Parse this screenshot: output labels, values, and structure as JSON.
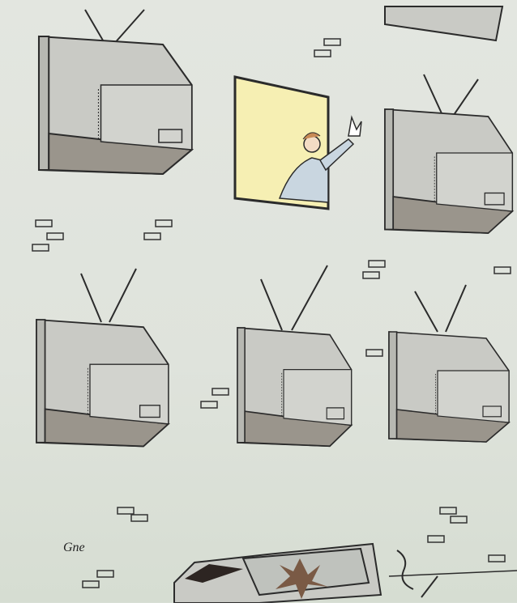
{
  "illustration": {
    "description": "Cartoon: a wall of mounted TV sets with antennas; in one open window a boy releases a white dove; a smashed TV lies on the ground below",
    "signature": "Gne",
    "colors": {
      "wall": "#e1e4de",
      "tv_body": "#c9cac5",
      "tv_shadow": "#9a958c",
      "window_light": "#f6efb3",
      "outline": "#2b2b2b",
      "screen_crack": "#7a5a45"
    },
    "elements": [
      {
        "type": "tv",
        "position": "top-left"
      },
      {
        "type": "tv",
        "position": "top-right-partial"
      },
      {
        "type": "window",
        "position": "top-center",
        "content": "boy releasing dove"
      },
      {
        "type": "tv",
        "position": "middle-right"
      },
      {
        "type": "tv",
        "position": "bottom-left"
      },
      {
        "type": "tv",
        "position": "bottom-center"
      },
      {
        "type": "tv",
        "position": "bottom-right"
      },
      {
        "type": "broken-tv",
        "position": "ground"
      }
    ]
  }
}
